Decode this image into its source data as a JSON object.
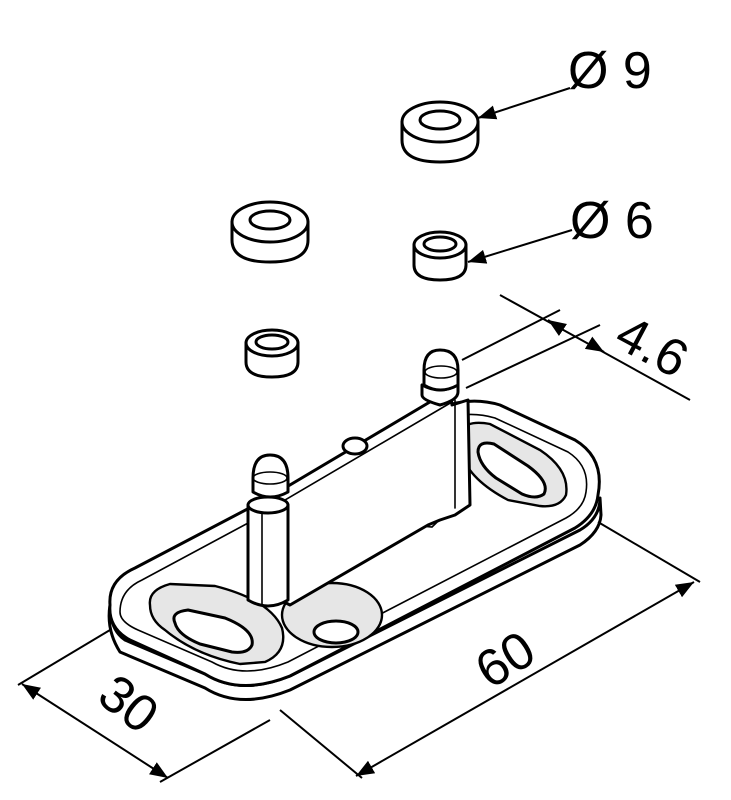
{
  "labels": {
    "washer_large": "Ø 9",
    "washer_small": "Ø 6",
    "pin_spacing": "4.6",
    "width": "30",
    "length": "60"
  },
  "colors": {
    "line": "#000000",
    "background": "#ffffff",
    "shade": "#e6e6e6"
  }
}
